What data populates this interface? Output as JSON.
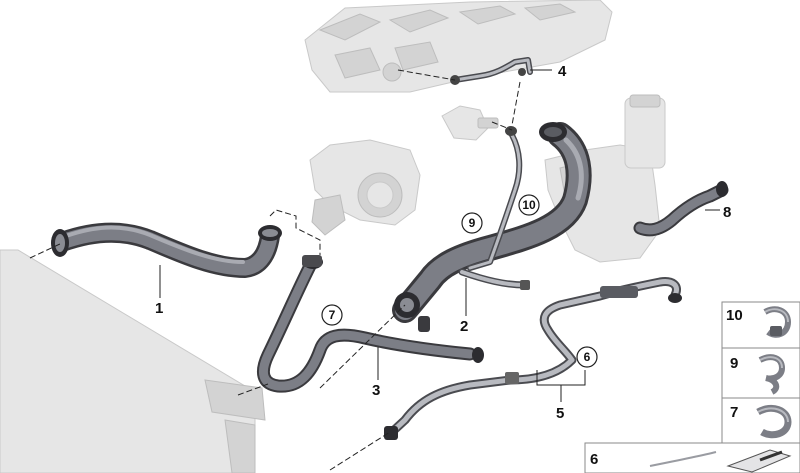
{
  "callouts": {
    "c1": "1",
    "c2": "2",
    "c3": "3",
    "c4": "4",
    "c5": "5",
    "c8": "8"
  },
  "circled": {
    "c6": "6",
    "c7": "7",
    "c9": "9",
    "c10": "10"
  },
  "side_panel": {
    "items": [
      "10",
      "9",
      "7"
    ],
    "bottom_label": "6"
  }
}
